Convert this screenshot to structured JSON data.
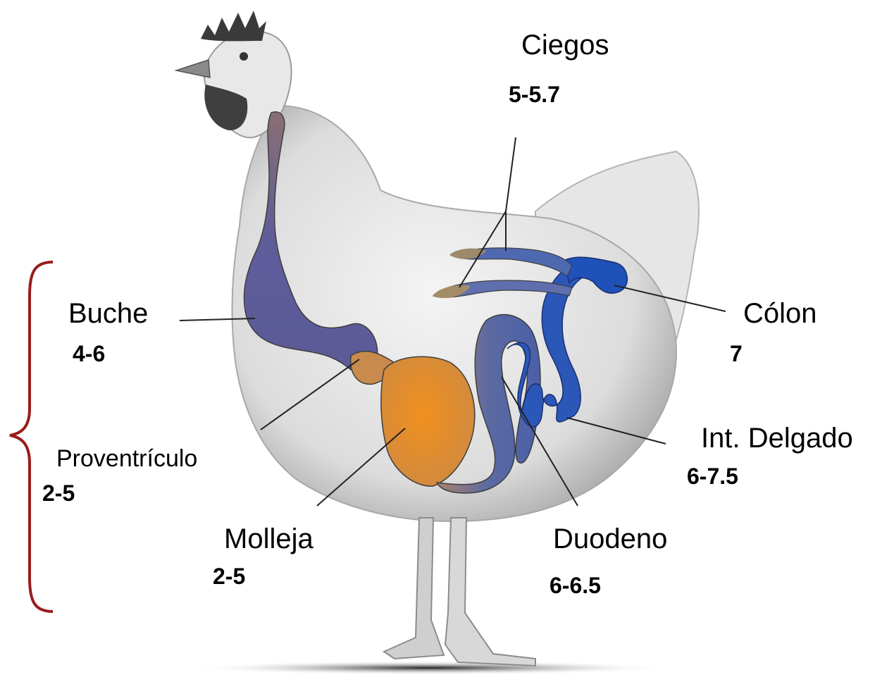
{
  "labels": {
    "ciegos": {
      "name": "Ciegos",
      "value": "5-5.7"
    },
    "buche": {
      "name": "Buche",
      "value": "4-6"
    },
    "colon": {
      "name": "Cólon",
      "value": "7"
    },
    "proventriculo": {
      "name": "Proventrículo",
      "value": "2-5"
    },
    "int_delgado": {
      "name": "Int. Delgado",
      "value": "6-7.5"
    },
    "molleja": {
      "name": "Molleja",
      "value": "2-5"
    },
    "duodeno": {
      "name": "Duodeno",
      "value": "6-6.5"
    }
  },
  "colors": {
    "bracket": "#9b1b1b",
    "upper_tract": "#5a5c96",
    "gizzard": "#e0882a",
    "lower_tract": "#1e4fb5",
    "leader_line": "#222222"
  }
}
